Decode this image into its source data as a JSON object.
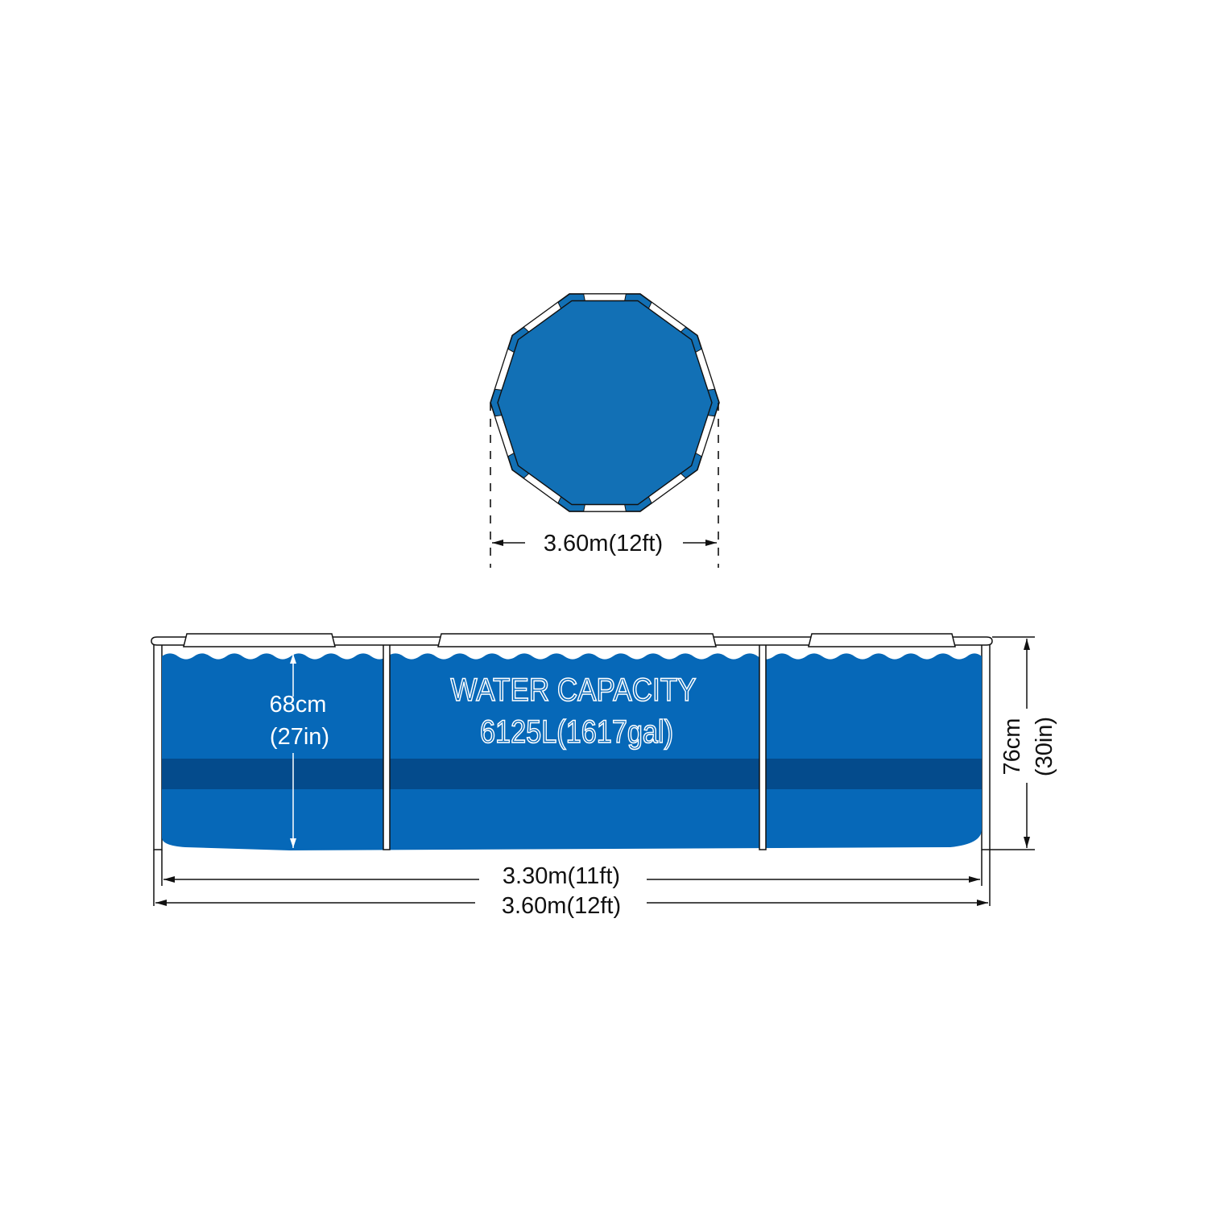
{
  "top_view": {
    "diameter_label": "3.60m(12ft)"
  },
  "side_view": {
    "water_depth_label_cm": "68cm",
    "water_depth_label_in": "(27in)",
    "wall_height_label_cm": "76cm",
    "wall_height_label_in": "(30in)",
    "inner_width_label": "3.30m(11ft)",
    "outer_width_label": "3.60m(12ft)",
    "capacity_title": "WATER CAPACITY",
    "capacity_value": "6125L(1617gal)"
  },
  "colors": {
    "water": "#0668b8",
    "water_band": "#044b8c",
    "top_fill": "#1270b5",
    "frame": "#ffffff",
    "outline": "#111111"
  }
}
